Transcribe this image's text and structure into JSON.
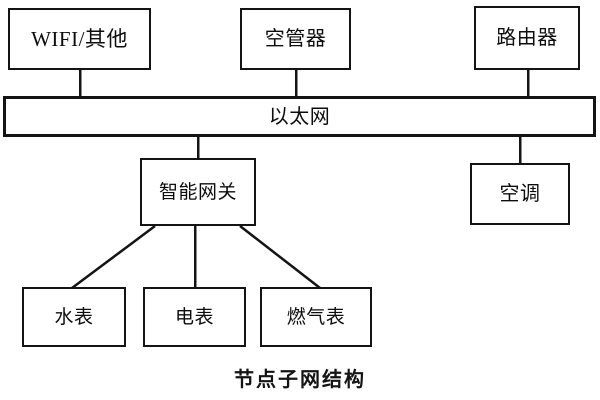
{
  "diagram": {
    "caption": "节点子网结构",
    "colors": {
      "background": "#ffffff",
      "stroke": "#141414",
      "text": "#0d0d0d"
    },
    "nodes": {
      "wifi": "WIFI/其他",
      "hvac_controller": "空管器",
      "router": "路由器",
      "ethernet": "以太网",
      "gateway": "智能网关",
      "air_conditioner": "空调",
      "water_meter": "水表",
      "electric_meter": "电表",
      "gas_meter": "燃气表"
    },
    "edges": [
      {
        "from": "wifi",
        "to": "ethernet",
        "style": "vertical"
      },
      {
        "from": "hvac_controller",
        "to": "ethernet",
        "style": "vertical"
      },
      {
        "from": "router",
        "to": "ethernet",
        "style": "vertical"
      },
      {
        "from": "ethernet",
        "to": "gateway",
        "style": "vertical"
      },
      {
        "from": "ethernet",
        "to": "air_conditioner",
        "style": "vertical"
      },
      {
        "from": "gateway",
        "to": "water_meter",
        "style": "diagonal"
      },
      {
        "from": "gateway",
        "to": "electric_meter",
        "style": "vertical"
      },
      {
        "from": "gateway",
        "to": "gas_meter",
        "style": "diagonal"
      }
    ]
  }
}
